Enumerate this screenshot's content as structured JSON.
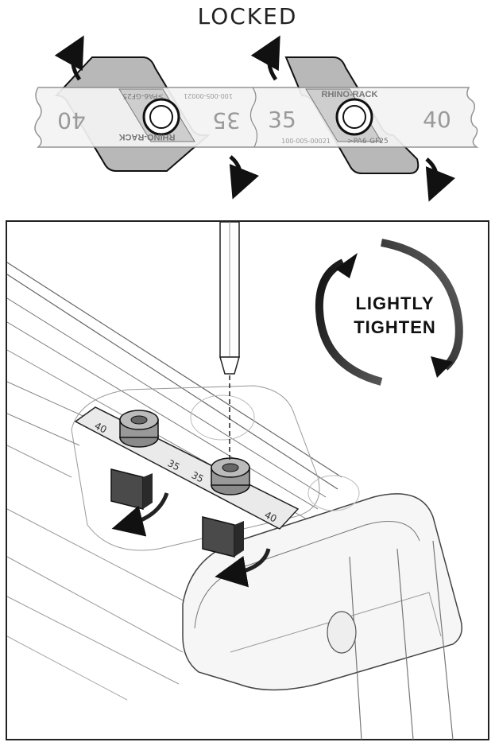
{
  "header": {
    "title": "LOCKED"
  },
  "plate": {
    "scale_numbers": [
      "40",
      "35",
      "35",
      "40"
    ],
    "brand": "RHINO-RACK",
    "part_number": "100-005-00021",
    "material": ">PA6-GF25"
  },
  "instruction": {
    "line1": "LIGHTLY",
    "line2": "TIGHTEN"
  },
  "detail_plate": {
    "numbers": [
      "40",
      "35",
      "35",
      "40"
    ]
  }
}
